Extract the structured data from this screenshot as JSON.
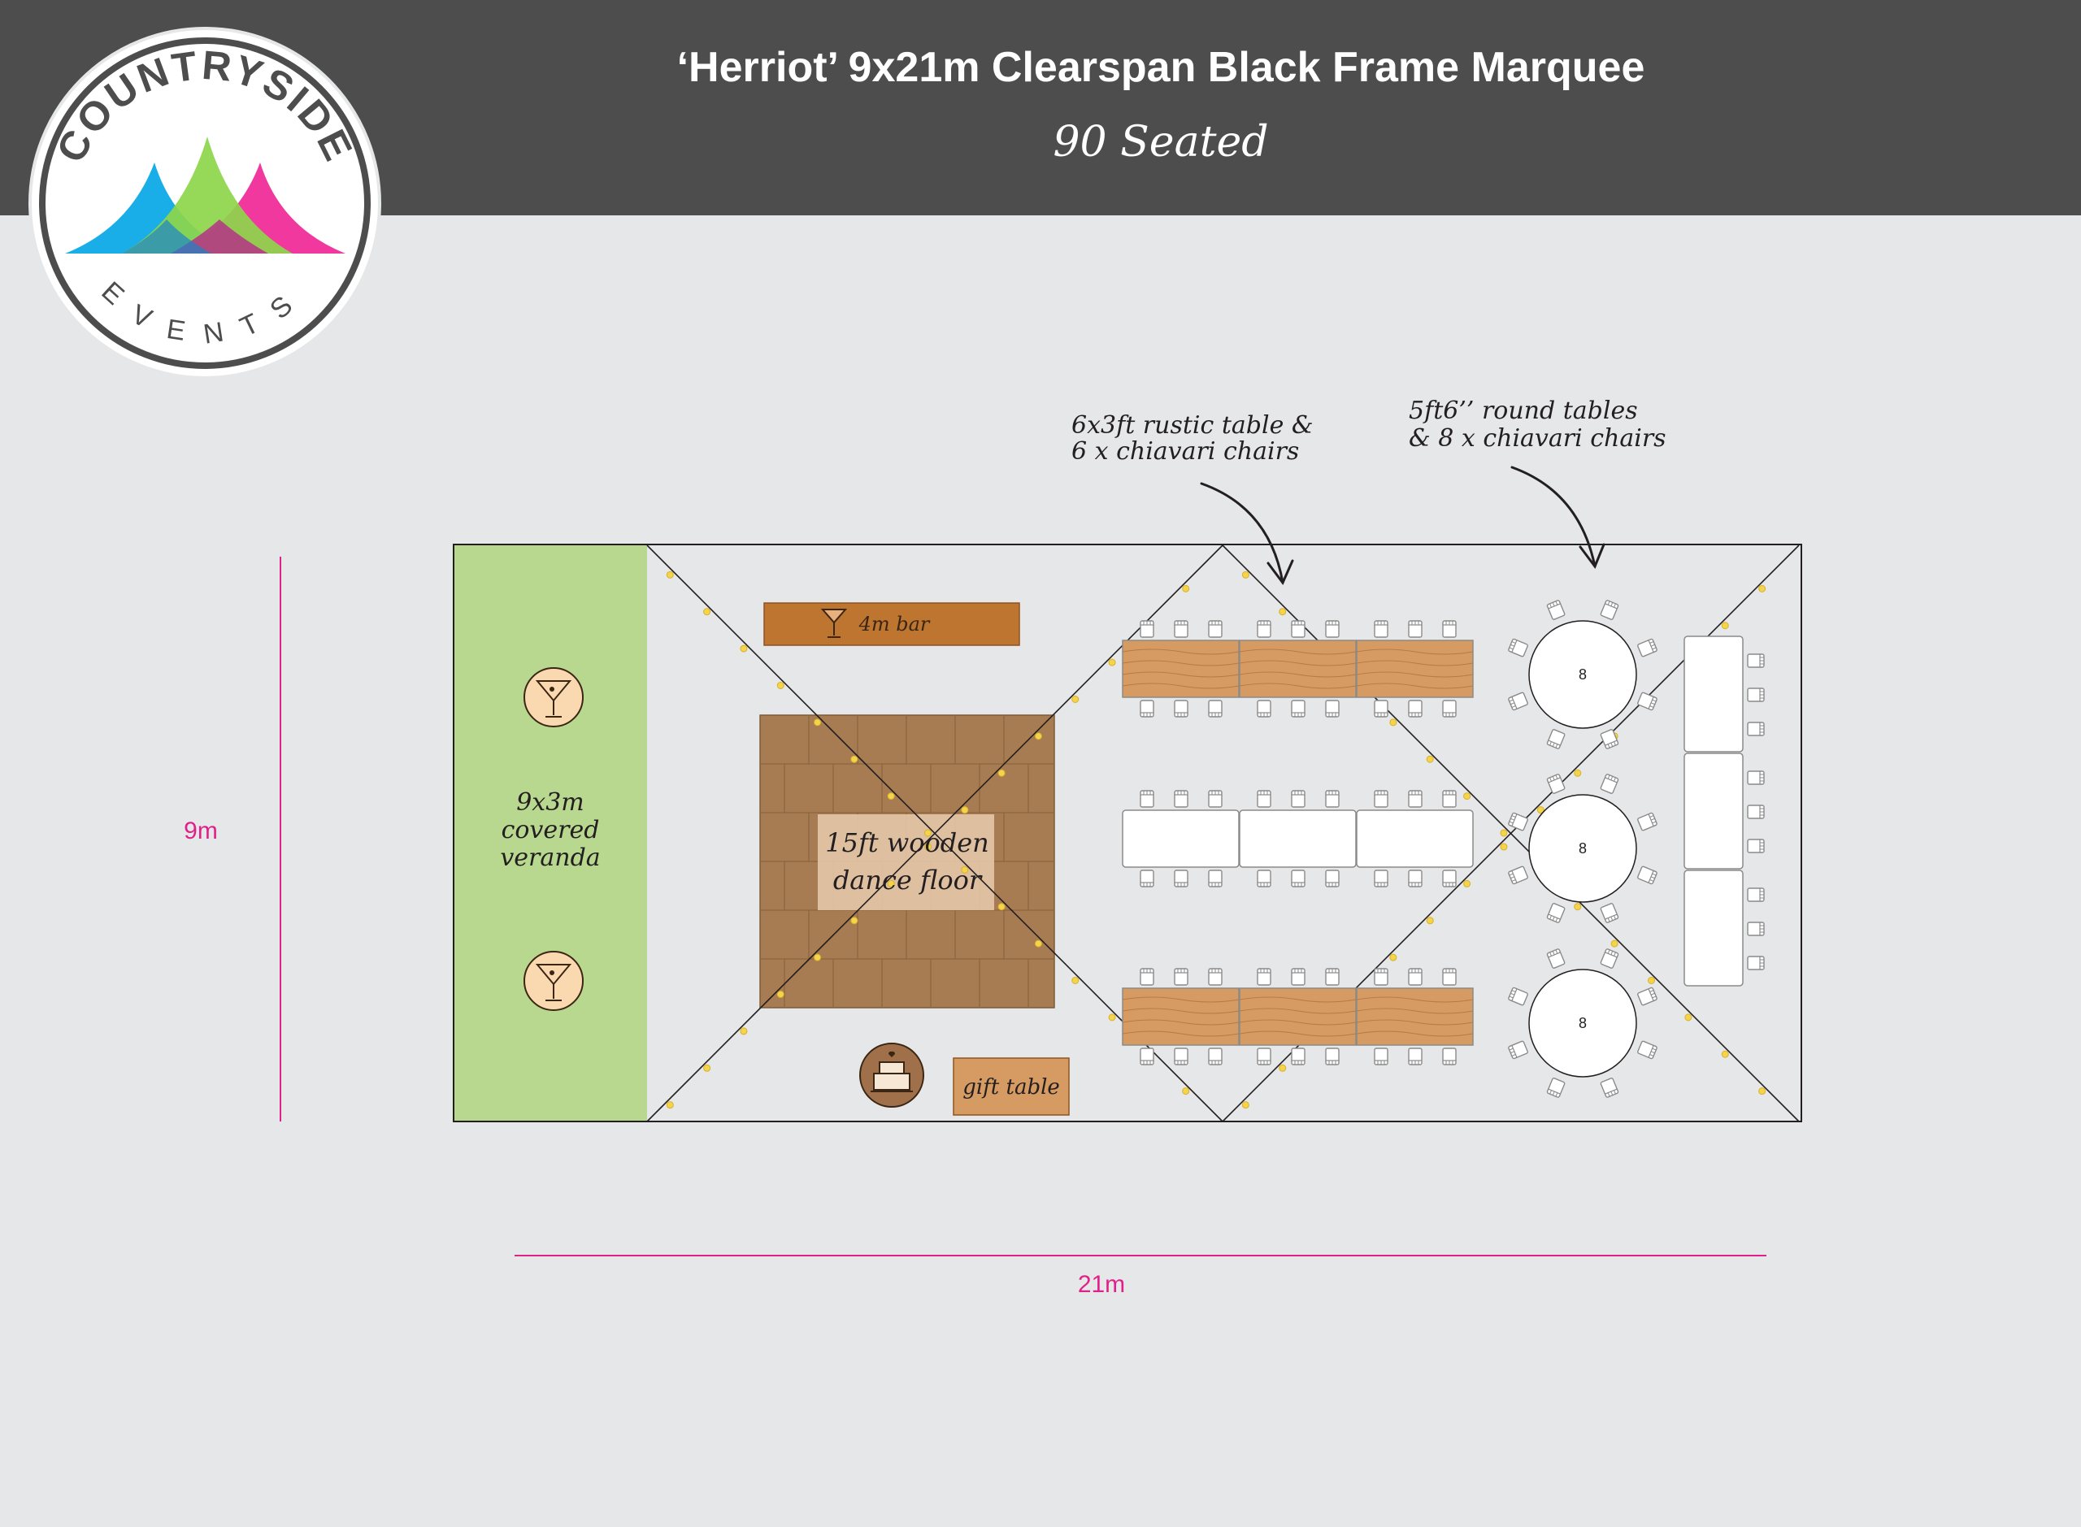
{
  "header": {
    "title": "‘Herriot’ 9x21m Clearspan Black Frame Marquee",
    "subtitle": "90 Seated"
  },
  "logo": {
    "top_text": "COUNTRYSIDE",
    "bottom_text": "EVENTS",
    "colors": {
      "blue": "#19aee8",
      "green": "#8dd64a",
      "pink": "#f0389f",
      "ring": "#4d4d4d"
    }
  },
  "dimensions": {
    "height_label": "9m",
    "width_label": "21m",
    "color": "#e0218a"
  },
  "plan": {
    "veranda_label": [
      "9x3m",
      "covered",
      "veranda"
    ],
    "bar_label": "4m bar",
    "dance_floor_label": [
      "15ft wooden",
      "dance floor"
    ],
    "gift_table_label": "gift table",
    "round_table_count": "8",
    "callouts": {
      "rustic": [
        "6x3ft rustic table &",
        "6 x chiavari chairs"
      ],
      "round": [
        "5ft6’’ round tables",
        "& 8 x chiavari chairs"
      ]
    },
    "icons": [
      "cocktail-icon",
      "cocktail-icon",
      "cocktail-icon",
      "wedding-cake-icon"
    ],
    "colors": {
      "veranda": "#b8d78f",
      "bar": "#bd7530",
      "dance_floor": "#a87c52",
      "rustic_wood": "#d69a63",
      "header": "#4d4d4d"
    }
  }
}
